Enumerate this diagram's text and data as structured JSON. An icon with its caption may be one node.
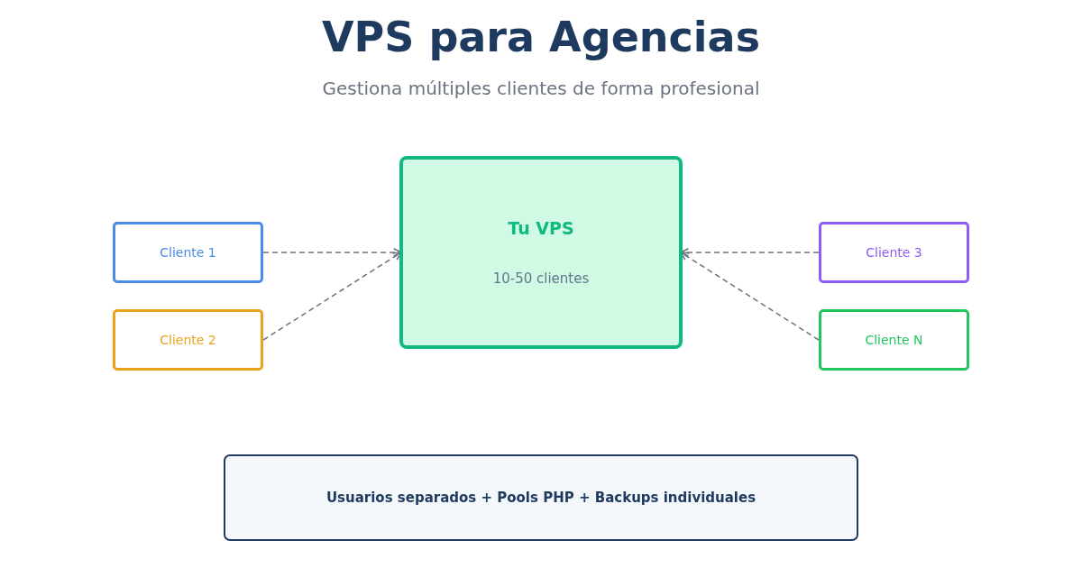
{
  "diagram": {
    "title": "VPS para Agencias",
    "nodes": [
      {
        "text": [
          "Tu VPS",
          "10-50 clientes"
        ]
      },
      {
        "text": [
          "Cliente 1"
        ]
      },
      {
        "text": [
          "Cliente 2"
        ]
      },
      {
        "text": [
          "Cliente 3"
        ]
      },
      {
        "text": [
          "Cliente N"
        ]
      },
      {
        "text": [
          "Usuarios separados + Pools PHP + Backups individuales"
        ]
      }
    ],
    "edges": [
      {
        "from": 1,
        "to": 0,
        "arrow": "to",
        "style": "dashed"
      },
      {
        "from": 2,
        "to": 0,
        "arrow": "to",
        "style": "dashed"
      },
      {
        "from": 3,
        "to": 0,
        "arrow": "to",
        "style": "dashed"
      },
      {
        "from": 4,
        "to": 0,
        "arrow": "to",
        "style": "dashed"
      }
    ],
    "labels": [
      "Gestiona múltiples clientes de forma profesional"
    ]
  }
}
